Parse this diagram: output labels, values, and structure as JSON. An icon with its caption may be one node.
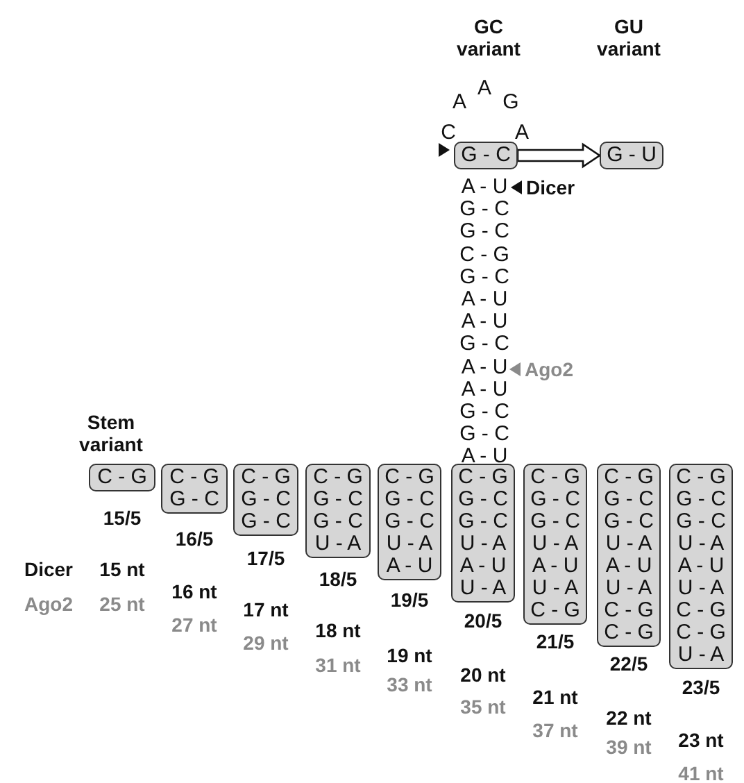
{
  "diagram": {
    "nodes": [
      {
        "text": [
          "G - C"
        ]
      },
      {
        "text": [
          "G - U"
        ]
      },
      {
        "text": [
          "C - G"
        ],
        "beside": [
          "15/5",
          "15 nt",
          "25 nt"
        ]
      },
      {
        "text": [
          "C - G",
          "G - C"
        ],
        "beside": [
          "16/5",
          "16 nt",
          "27 nt"
        ]
      },
      {
        "text": [
          "C - G",
          "G - C",
          "G - C"
        ],
        "beside": [
          "17/5",
          "17 nt",
          "29 nt"
        ]
      },
      {
        "text": [
          "C - G",
          "G - C",
          "G - C",
          "U - A"
        ],
        "beside": [
          "18/5",
          "18 nt",
          "31 nt"
        ]
      },
      {
        "text": [
          "C - G",
          "G - C",
          "G - C",
          "U - A",
          "A - U"
        ],
        "beside": [
          "19/5",
          "19 nt",
          "33 nt"
        ]
      },
      {
        "text": [
          "C - G",
          "G - C",
          "G - C",
          "U - A",
          "A - U",
          "U - A"
        ],
        "beside": [
          "20/5",
          "20 nt",
          "35 nt"
        ]
      },
      {
        "text": [
          "C - G",
          "G - C",
          "G - C",
          "U - A",
          "A - U",
          "U - A",
          "C - G"
        ],
        "beside": [
          "21/5",
          "21 nt",
          "37 nt"
        ]
      },
      {
        "text": [
          "C - G",
          "G - C",
          "G - C",
          "U - A",
          "A - U",
          "U - A",
          "C - G",
          "C - G"
        ],
        "beside": [
          "22/5",
          "22 nt",
          "39 nt"
        ]
      },
      {
        "text": [
          "C - G",
          "G - C",
          "G - C",
          "U - A",
          "A - U",
          "U - A",
          "C - G",
          "C - G",
          "U - A"
        ],
        "beside": [
          "23/5",
          "23 nt",
          "41 nt"
        ]
      }
    ],
    "edges": [
      {
        "from": 0,
        "to": 1,
        "arrow": "to"
      }
    ],
    "labels": [
      "GC variant",
      "GU variant",
      "A",
      "A",
      "G",
      "C",
      "A",
      "A - U",
      "G - C",
      "G - C",
      "C - G",
      "G - C",
      "A - U",
      "A - U",
      "G - C",
      "A - U",
      "A - U",
      "G - C",
      "G - C",
      "A - U",
      "Dicer",
      "Ago2",
      "Stem variant",
      "Dicer",
      "Ago2"
    ]
  }
}
